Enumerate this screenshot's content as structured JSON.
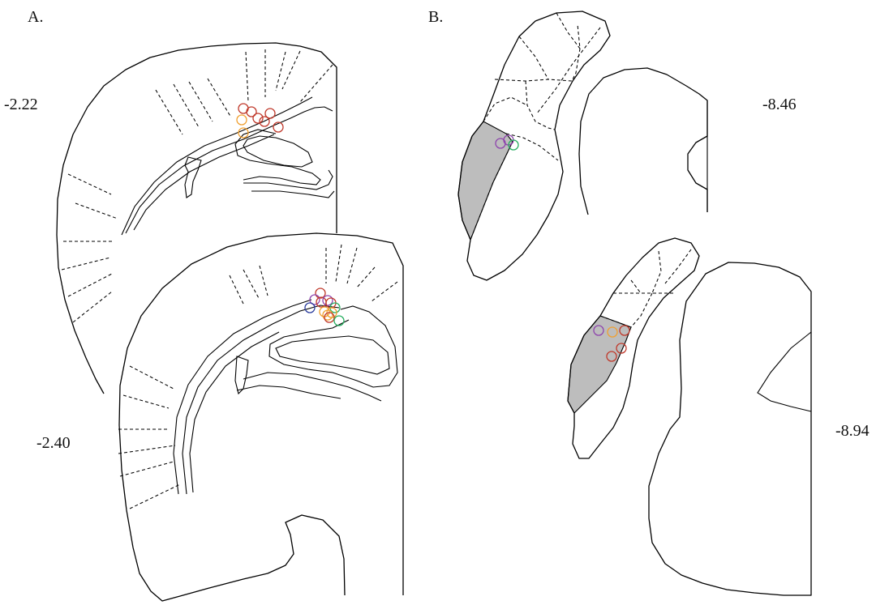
{
  "panels": [
    {
      "label": "A.",
      "sections": [
        {
          "coordinate": "-2.22"
        },
        {
          "coordinate": "-2.40"
        }
      ]
    },
    {
      "label": "B.",
      "sections": [
        {
          "coordinate": "-8.46"
        },
        {
          "coordinate": "-8.94"
        }
      ]
    }
  ],
  "colors": {
    "outline": "#000000",
    "shaded_region": "#bdbdbd",
    "marker_red": "#c0392b",
    "marker_orange": "#f0a030",
    "marker_purple": "#8e44ad",
    "marker_green": "#27ae60",
    "marker_blue": "#2c3e9e"
  },
  "markers": {
    "A_top": [
      "marker_red",
      "marker_red",
      "marker_red",
      "marker_orange",
      "marker_red",
      "marker_red",
      "marker_orange",
      "marker_red"
    ],
    "A_bottom": [
      "marker_red",
      "marker_purple",
      "marker_red",
      "marker_blue",
      "marker_purple",
      "marker_red",
      "marker_orange",
      "marker_green",
      "marker_orange",
      "marker_orange",
      "marker_red",
      "marker_green"
    ],
    "B_top": [
      "marker_purple",
      "marker_purple",
      "marker_green"
    ],
    "B_bottom": [
      "marker_purple",
      "marker_orange",
      "marker_red",
      "marker_red",
      "marker_red"
    ]
  }
}
